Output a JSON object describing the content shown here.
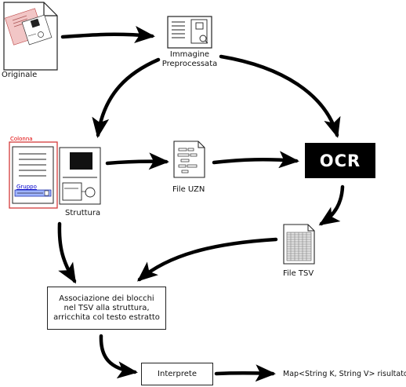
{
  "nodes": {
    "originale": "Originale",
    "immagine_line1": "Immagine",
    "immagine_line2": "Preprocessata",
    "struttura": "Struttura",
    "colonna_tag": "Colonna",
    "gruppo_tag": "Gruppo",
    "file_uzn": "File UZN",
    "ocr": "OCR",
    "file_tsv": "File TSV",
    "associazione": "Associazione dei blocchi nel TSV alla struttura, arricchita col testo estratto",
    "interprete": "Interprete",
    "result": "Map<String K, String V> risultato"
  },
  "colors": {
    "arrow": "#000000",
    "colonna_border": "#d43a3a",
    "gruppo_fill": "#9fb4ff",
    "photo_tint": "#f2c6c6"
  },
  "icons": [
    "document-icon",
    "image-icon",
    "structure-icon",
    "text-file-icon",
    "spreadsheet-icon"
  ]
}
